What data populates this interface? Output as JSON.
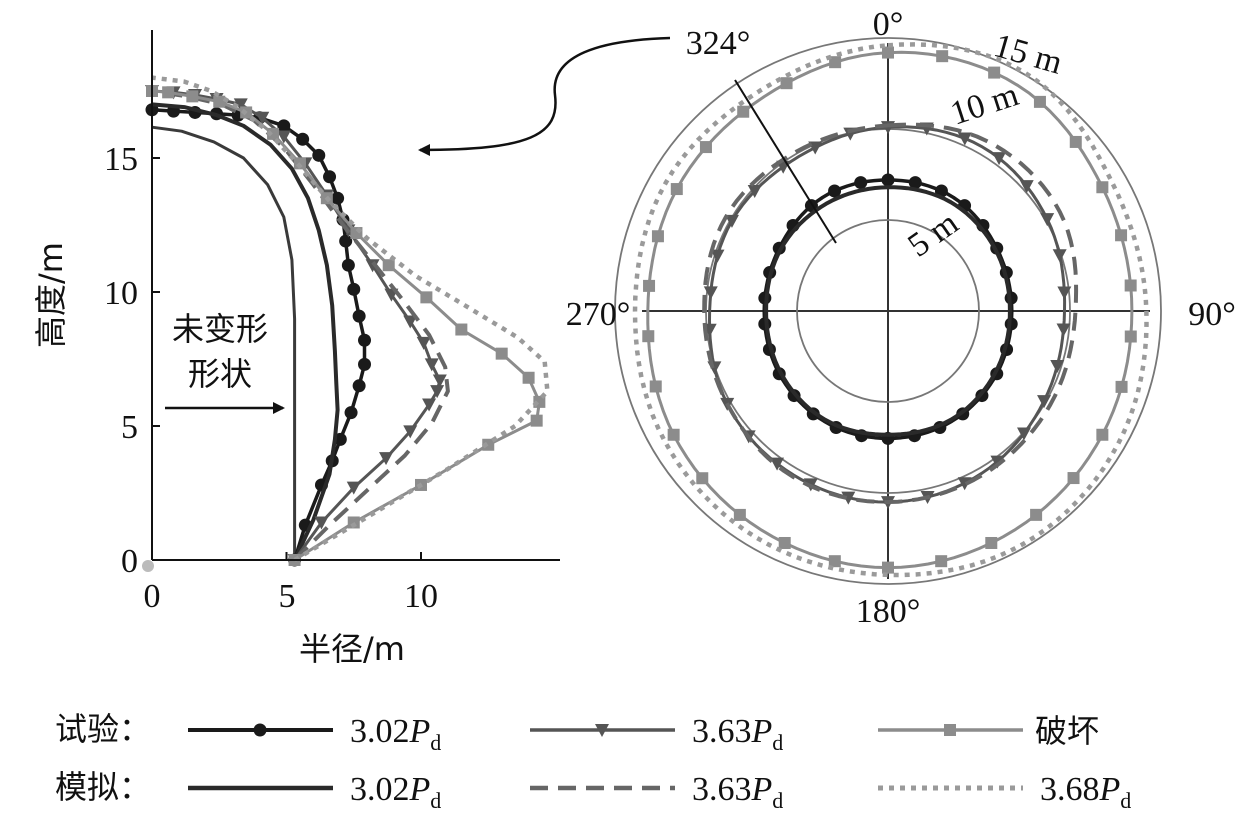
{
  "colors": {
    "test_302": "#1a1a1a",
    "test_363": "#555555",
    "failure": "#8c8c8c",
    "sim_302": "#2a2a2a",
    "sim_363": "#666666",
    "sim_368": "#9a9a9a",
    "axis": "#111111",
    "polar_grid": "#777777"
  },
  "chart_data": [
    {
      "type": "line",
      "xlabel": "半径/m",
      "ylabel": "高度/m",
      "xlim": [
        0,
        15
      ],
      "ylim": [
        0,
        19
      ],
      "xticks": [
        "0",
        "5",
        "10"
      ],
      "yticks": [
        "0",
        "5",
        "10",
        "15"
      ],
      "annotation": {
        "line1": "未变形",
        "line2": "形状"
      },
      "series": [
        {
          "key": "undeformed",
          "x": [
            5.3,
            5.3,
            5.3,
            5.2,
            4.9,
            4.3,
            3.4,
            2.3,
            1.1,
            0
          ],
          "y": [
            0,
            4,
            9,
            11.2,
            12.8,
            14.0,
            15.0,
            15.6,
            16.0,
            16.15
          ]
        },
        {
          "key": "test_302",
          "x": [
            5.3,
            5.7,
            6.3,
            6.7,
            7.0,
            7.4,
            7.7,
            7.9,
            7.9,
            7.7,
            7.5,
            7.3,
            7.2,
            7.1,
            6.9,
            6.6,
            6.2,
            5.6,
            4.9,
            4.0,
            3.2,
            2.4,
            1.6,
            0.8,
            0
          ],
          "y": [
            0,
            1.3,
            2.8,
            3.7,
            4.5,
            5.5,
            6.5,
            7.3,
            8.2,
            9.1,
            10.1,
            11.0,
            11.9,
            12.7,
            13.5,
            14.3,
            15.1,
            15.7,
            16.2,
            16.5,
            16.6,
            16.65,
            16.7,
            16.75,
            16.8
          ]
        },
        {
          "key": "sim_302",
          "x": [
            5.3,
            6.0,
            6.6,
            6.8,
            6.9,
            6.85,
            6.8,
            6.7,
            6.5,
            6.2,
            5.8,
            5.2,
            4.4,
            3.4,
            2.4,
            1.2,
            0
          ],
          "y": [
            0,
            1.5,
            3.2,
            4.5,
            5.6,
            6.6,
            7.8,
            9.5,
            11.0,
            12.3,
            13.5,
            14.6,
            15.5,
            16.2,
            16.6,
            16.9,
            17.0
          ]
        },
        {
          "key": "test_363",
          "x": [
            5.3,
            6.3,
            7.5,
            8.7,
            9.6,
            10.3,
            10.6,
            10.7,
            10.4,
            10.1,
            9.6,
            8.9,
            8.2,
            7.3,
            6.5,
            5.7,
            4.9,
            4.1,
            3.3,
            2.4,
            1.6,
            0.8,
            0
          ],
          "y": [
            0,
            1.4,
            2.7,
            3.8,
            4.8,
            5.8,
            6.3,
            6.7,
            7.3,
            8.1,
            8.9,
            9.9,
            11.0,
            12.3,
            13.6,
            14.8,
            15.8,
            16.5,
            17.0,
            17.2,
            17.35,
            17.45,
            17.5
          ]
        },
        {
          "key": "sim_363",
          "x": [
            5.3,
            6.6,
            8.0,
            9.4,
            10.4,
            11.0,
            10.9,
            10.3,
            9.4,
            8.3,
            7.1,
            6.0,
            4.9,
            3.8,
            2.6,
            1.3,
            0
          ],
          "y": [
            0,
            1.3,
            2.6,
            3.9,
            5.1,
            6.3,
            7.2,
            8.4,
            9.6,
            11.0,
            12.5,
            14.0,
            15.4,
            16.4,
            17.0,
            17.3,
            17.5
          ]
        },
        {
          "key": "failure",
          "x": [
            5.3,
            7.5,
            10.0,
            12.5,
            14.3,
            14.4,
            14.0,
            13.0,
            11.5,
            10.2,
            8.8,
            7.6,
            6.5,
            5.5,
            4.5,
            3.5,
            2.5,
            1.5,
            0.6,
            0
          ],
          "y": [
            0,
            1.4,
            2.8,
            4.3,
            5.2,
            5.9,
            6.8,
            7.7,
            8.6,
            9.8,
            11.0,
            12.2,
            13.5,
            14.8,
            15.9,
            16.7,
            17.1,
            17.3,
            17.45,
            17.5
          ]
        },
        {
          "key": "sim_368",
          "x": [
            5.3,
            8.0,
            11.0,
            13.5,
            14.7,
            14.6,
            13.6,
            11.8,
            9.8,
            8.0,
            6.6,
            5.4,
            4.3,
            3.2,
            2.2,
            1.2,
            0
          ],
          "y": [
            0,
            1.6,
            3.4,
            5.0,
            6.3,
            7.4,
            8.3,
            9.4,
            10.6,
            12.0,
            13.4,
            14.8,
            16.0,
            16.9,
            17.5,
            17.85,
            18.0
          ]
        }
      ]
    },
    {
      "type": "polar",
      "rings": [
        5,
        10,
        15
      ],
      "ring_labels": [
        "5 m",
        "10 m",
        "15 m"
      ],
      "angle_labels": [
        "0°",
        "90°",
        "180°",
        "270°"
      ],
      "annotation": "324°",
      "theta": [
        0,
        30,
        60,
        90,
        120,
        150,
        180,
        210,
        240,
        270,
        300,
        330,
        360
      ],
      "series": [
        {
          "key": "test_302",
          "r": [
            7.2,
            7.2,
            6.9,
            6.8,
            6.9,
            7.0,
            7.0,
            7.0,
            6.9,
            6.8,
            6.9,
            7.2,
            7.2
          ]
        },
        {
          "key": "sim_302",
          "r": [
            6.8,
            6.9,
            6.8,
            6.7,
            6.8,
            6.9,
            6.8,
            6.9,
            6.8,
            6.7,
            6.8,
            6.8,
            6.8
          ]
        },
        {
          "key": "test_363",
          "r": [
            10.1,
            10.4,
            10.1,
            9.7,
            9.9,
            10.3,
            10.5,
            10.4,
            10.2,
            9.8,
            9.9,
            9.8,
            10.1
          ]
        },
        {
          "key": "sim_363",
          "r": [
            10.2,
            10.8,
            10.9,
            10.3,
            10.3,
            10.4,
            10.5,
            10.5,
            10.2,
            10.1,
            10.3,
            10.1,
            10.2
          ]
        },
        {
          "key": "failure",
          "r": [
            14.2,
            14.3,
            13.6,
            13.4,
            13.6,
            13.9,
            14.1,
            13.9,
            13.6,
            13.2,
            13.4,
            13.6,
            14.2
          ]
        },
        {
          "key": "sim_368",
          "r": [
            14.6,
            15.1,
            14.2,
            14.2,
            14.6,
            14.8,
            14.5,
            14.4,
            14.2,
            13.9,
            14.1,
            14.0,
            14.6
          ]
        }
      ]
    }
  ],
  "legend": {
    "row1_label": "试验：",
    "row2_label": "模拟：",
    "entries": [
      {
        "key": "test_302",
        "num": "3.02",
        "P": "P",
        "sub": "d"
      },
      {
        "key": "test_363",
        "num": "3.63",
        "P": "P",
        "sub": "d"
      },
      {
        "key": "failure",
        "text": "破坏"
      },
      {
        "key": "sim_302",
        "num": "3.02",
        "P": "P",
        "sub": "d"
      },
      {
        "key": "sim_363",
        "num": "3.63",
        "P": "P",
        "sub": "d"
      },
      {
        "key": "sim_368",
        "num": "3.68",
        "P": "P",
        "sub": "d"
      }
    ]
  }
}
